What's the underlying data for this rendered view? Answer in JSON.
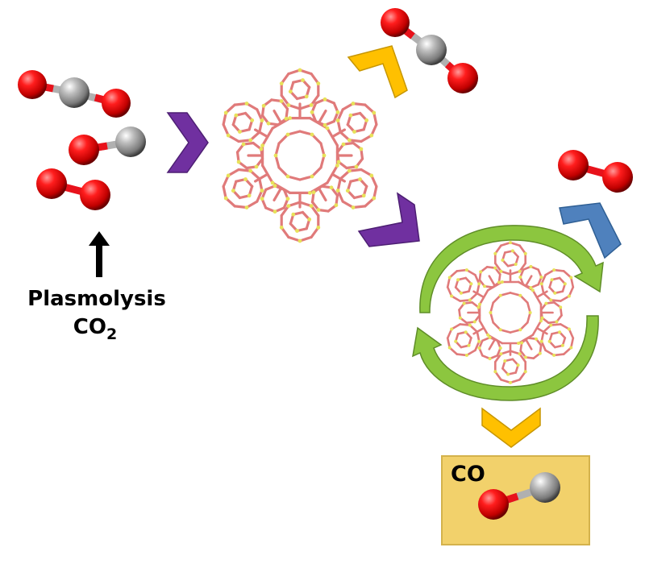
{
  "labels": {
    "source_line1": "Plasmolysis",
    "source_line2_main": "CO",
    "source_line2_sub": "2",
    "product": "CO"
  },
  "colors": {
    "oxygen": "#e8121b",
    "carbon": "#a6a6a6",
    "chevron_input": "#7030a0",
    "chevron_co2_out": "#ffc000",
    "chevron_o2_out": "#4f81bd",
    "chevron_co_out": "#ffc000",
    "cycle_arrows": "#8cc63f",
    "framework_bond_o": "#e07a7a",
    "framework_bond_si": "#e8e25a",
    "product_box_fill": "#f2d16b",
    "product_box_border": "#d4b24c"
  },
  "icons": [
    "co2-molecule",
    "co-molecule",
    "o2-molecule",
    "zeolite-framework",
    "chevron-arrow",
    "cycle-arrows",
    "up-arrow"
  ]
}
